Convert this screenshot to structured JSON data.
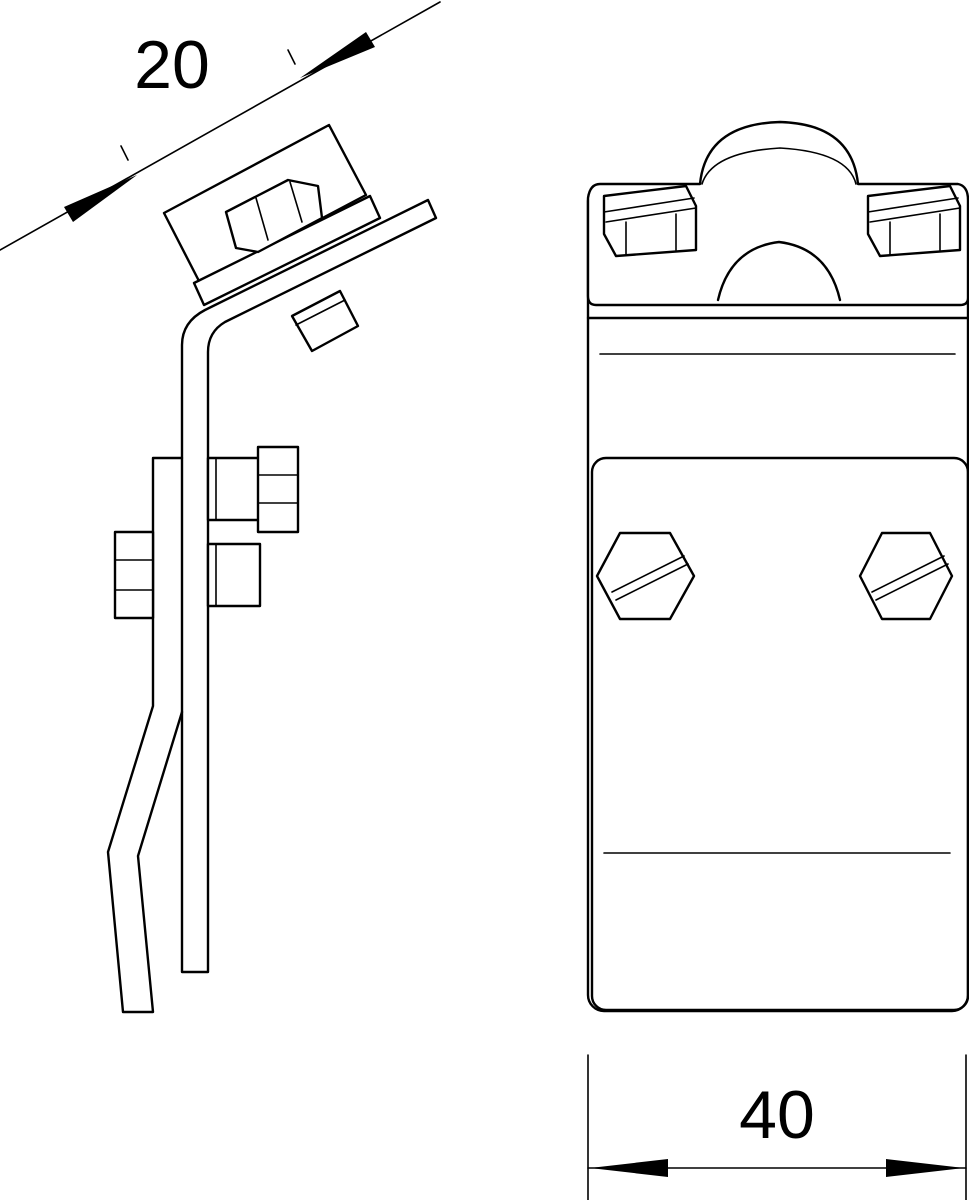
{
  "drawing": {
    "dimensions": [
      {
        "id": "angled-width",
        "value": "20"
      },
      {
        "id": "front-width",
        "value": "40"
      }
    ],
    "line_color": "#000000",
    "background_color": "#ffffff"
  }
}
